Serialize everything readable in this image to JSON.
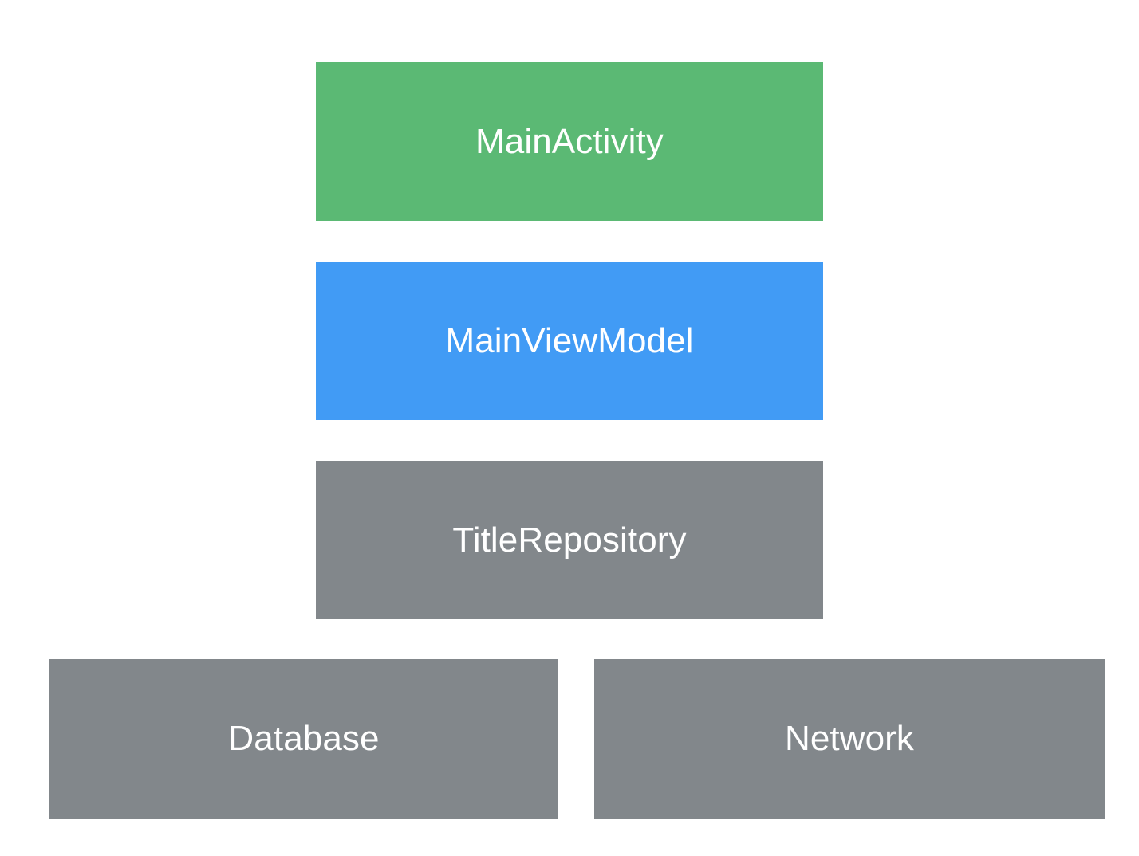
{
  "diagram": {
    "type": "layered-architecture-diagram",
    "background_color": "#ffffff",
    "label_color": "#ffffff",
    "layers": [
      {
        "id": "main-activity",
        "label": "MainActivity",
        "color": "#5bb974",
        "role": "ui-layer"
      },
      {
        "id": "main-view-model",
        "label": "MainViewModel",
        "color": "#419bf5",
        "role": "viewmodel-layer"
      },
      {
        "id": "title-repository",
        "label": "TitleRepository",
        "color": "#82878b",
        "role": "repository-layer"
      },
      {
        "id": "database",
        "label": "Database",
        "color": "#82878b",
        "role": "data-source"
      },
      {
        "id": "network",
        "label": "Network",
        "color": "#82878b",
        "role": "data-source"
      }
    ]
  }
}
